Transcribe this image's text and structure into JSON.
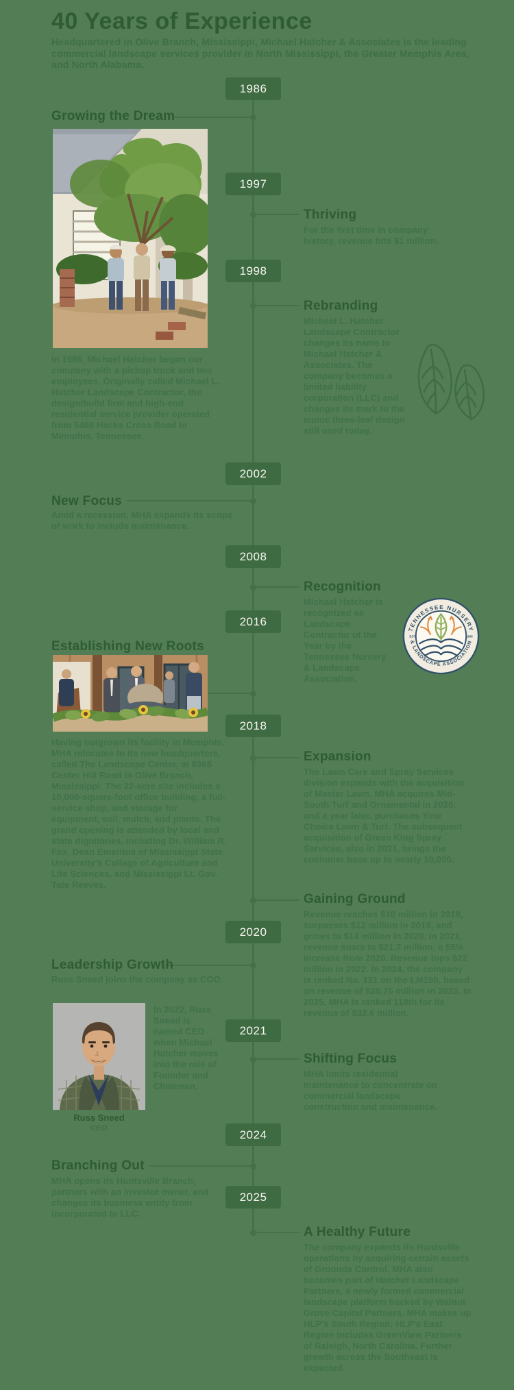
{
  "header": {
    "title": "40 Years of Experience",
    "intro": "Headquartered in Olive Branch, Mississippi, Michael Hatcher & Associates is the leading commercial landscape services provider in North Mississippi, the Greater Memphis Area, and North Alabama."
  },
  "timeline": {
    "years": [
      "1986",
      "1997",
      "1998",
      "2002",
      "2008",
      "2016",
      "2018",
      "2020",
      "2021",
      "2024",
      "2025"
    ]
  },
  "sections": {
    "growing": {
      "title": "Growing the Dream",
      "body": "In 1986, Michael Hatcher began our company with a pickup truck and two employees. Originally called Michael L. Hatcher Landscape Contractor, the design/build firm and high-end residential service provider operated from 5466 Hacks Cross Road in Memphis, Tennessee."
    },
    "thriving": {
      "title": "Thriving",
      "body": "For the first time in company history, revenue hits $1 million."
    },
    "rebranding": {
      "title": "Rebranding",
      "body": "Michael L. Hatcher Landscape Contractor changes its name to Michael Hatcher & Associates. The company becomes a limited liability corporation (LLC) and changes its mark to the iconic three-leaf design still used today."
    },
    "new_focus": {
      "title": "New Focus",
      "body": "Amid a recession, MHA expands its scope of work to include maintenance."
    },
    "recognition": {
      "title": "Recognition",
      "body": "Michael Hatcher is recognized as Landscape Contractor of the Year by the Tennessee Nursery & Landscape Association."
    },
    "establishing": {
      "title": "Establishing New Roots",
      "body": "Having outgrown its facility in Memphis, MHA relocates to its new headquarters, called The Landscape Center, at 8365 Center Hill Road in Olive Branch, Mississippi. The 22-acre site includes a 10,000-square-foot office building, a full-service shop, and storage for equipment, soil, mulch, and plants. The grand opening is attended by local and state dignitaries, including Dr. William R. Fox, Dean Emeritus of Mississippi State University's College of Agriculture and Life Sciences, and Mississippi Lt. Gov. Tate Reeves."
    },
    "expansion": {
      "title": "Expansion",
      "body": "The Lawn Care and Spray Services division expands with the acquisition of Master Lawn. MHA acquires Mid-South Turf and Ornamental in 2020, and a year later, purchases Your Choice Lawn & Turf. The subsequent acquisition of Green King Spray Services, also in 2021, brings the customer base up to nearly 10,000."
    },
    "gaining": {
      "title": "Gaining Ground",
      "body": "Revenue reaches $10 million in 2018, surpasses $12 million in 2019, and grows to $14 million in 2020. In 2021, revenue soars to $21.7 million, a 55% increase from 2020. Revenue tops $22 million in 2022. In 2024, the company is ranked No. 121 on the LM150, based on revenue of $26.75 million in 2023. In 2025, MHA is ranked 118th for its revenue of $32.6 million."
    },
    "leadership": {
      "title": "Leadership Growth",
      "body": "Russ Sneed joins the company as COO.",
      "side_note": "In 2022, Russ Sneed is named CEO when Michael Hatcher moves into the role of Founder and Chairman.",
      "caption_name": "Russ Sneed",
      "caption_role": "CEO"
    },
    "shifting": {
      "title": "Shifting Focus",
      "body": "MHA limits residential maintenance to concentrate on commercial landscape construction and maintenance."
    },
    "branching": {
      "title": "Branching Out",
      "body": "MHA opens its Huntsville Branch, partners with an investor owner, and changes its business entity from incorporated to LLC."
    },
    "future": {
      "title": "A Healthy Future",
      "body": "The company expands its Huntsville operations by acquiring certain assets of Grounds Control. MHA also becomes part of Hatcher Landscape Partners, a newly formed commercial landscape platform backed by Walnut Grove Capital Partners. MHA makes up HLP's South Region; HLP's East Region includes GreenView Partners of Raleigh, North Carolina. Further growth across the Southeast is expected."
    }
  },
  "award_badge": {
    "arc_top": "TENNESSEE NURSERY",
    "arc_bottom": "& LANDSCAPE ASSOCIATION",
    "est": "EST.",
    "year": "1905"
  },
  "colors": {
    "background": "#527d55",
    "year_badge": "#3e6b41",
    "heading": "#2f5c32",
    "body_text": "#41724a",
    "timeline_line": "#46704a",
    "year_text": "#f7f6f1",
    "award_navy": "#31506a",
    "award_cream": "#f1ecdf",
    "award_orange": "#dd8e44",
    "award_leaf_green": "#8fae5e"
  }
}
